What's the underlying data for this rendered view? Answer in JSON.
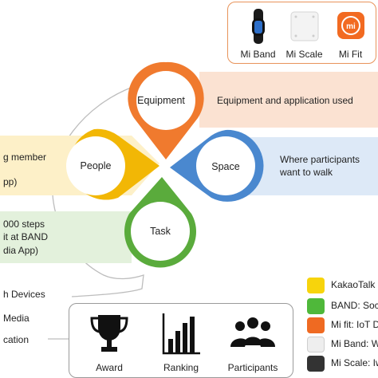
{
  "colors": {
    "equipment": "#f07a2e",
    "people": "#f2b705",
    "space": "#4a88cf",
    "task": "#5aab3c",
    "equipment_band": "#fbe2d2",
    "people_band": "#fdf0c8",
    "space_band": "#dde9f7",
    "task_band": "#e3f1dc"
  },
  "devices": [
    {
      "label": "Mi Band",
      "icon": "band-icon"
    },
    {
      "label": "Mi Scale",
      "icon": "scale-icon"
    },
    {
      "label": "Mi Fit",
      "icon": "mi-fit-app-icon",
      "logo_text": "mi"
    }
  ],
  "nodes": {
    "equipment": "Equipment",
    "people": "People",
    "space": "Space",
    "task": "Task"
  },
  "descriptions": {
    "equipment": "Equipment and application used",
    "space_line1": "Where participants",
    "space_line2": "want to walk",
    "people_line1": "g member",
    "people_line2": "pp)",
    "task_line1": "000 steps",
    "task_line2": "it at BAND",
    "task_line3": "dia App)"
  },
  "left_labels": {
    "devices": "h Devices",
    "media": "Media",
    "cation": "cation"
  },
  "features": [
    {
      "label": "Award",
      "icon": "trophy-icon"
    },
    {
      "label": "Ranking",
      "icon": "bar-chart-icon"
    },
    {
      "label": "Participants",
      "icon": "people-icon"
    }
  ],
  "legend": [
    {
      "label": "KakaoTalk",
      "color": "#f7d40c"
    },
    {
      "label": "BAND: Soc",
      "color": "#4fb83a"
    },
    {
      "label": "Mi fit: IoT D",
      "color": "#ef6a22"
    },
    {
      "label": "Mi Band: W",
      "color": "#eeeeee"
    },
    {
      "label": "Mi Scale: Iw",
      "color": "#333333"
    }
  ]
}
